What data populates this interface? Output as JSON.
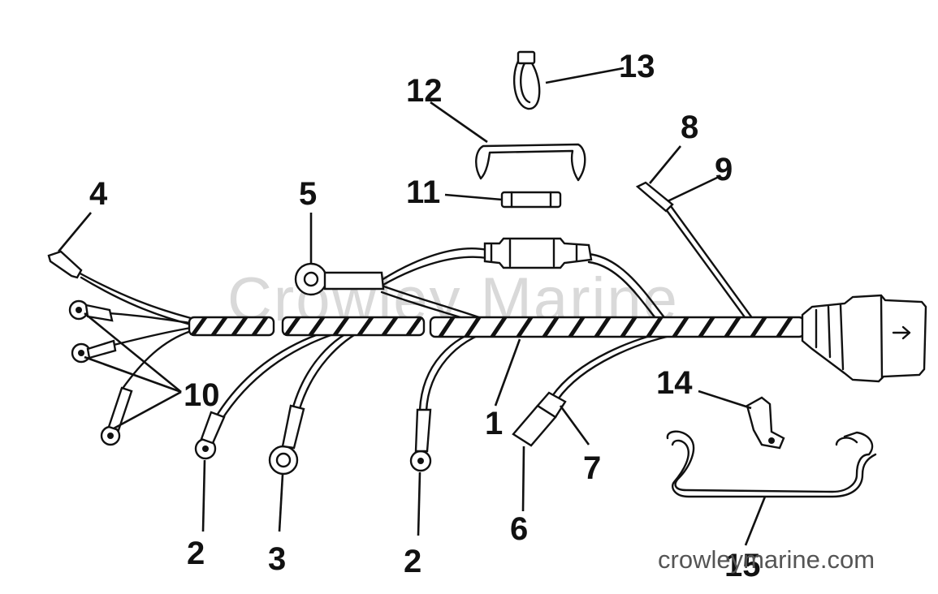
{
  "watermark": "Crowley Marine",
  "site_footer": "crowleymarine.com",
  "callouts": {
    "c1": "1",
    "c2a": "2",
    "c2b": "2",
    "c3": "3",
    "c4": "4",
    "c5": "5",
    "c6": "6",
    "c7": "7",
    "c8": "8",
    "c9": "9",
    "c10": "10",
    "c11": "11",
    "c12": "12",
    "c13": "13",
    "c14": "14",
    "c15": "15"
  }
}
